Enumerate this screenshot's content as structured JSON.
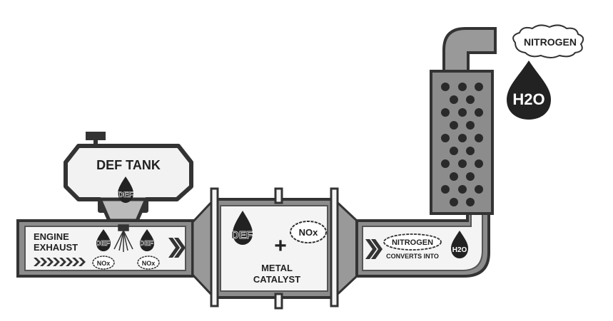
{
  "tank": {
    "title": "DEF TANK",
    "logo": "DEF"
  },
  "engine": {
    "line1": "ENGINE",
    "line2": "EXHAUST",
    "def_a": "DEF",
    "def_b": "DEF",
    "nox_a": "NOx",
    "nox_b": "NOx"
  },
  "catalyst": {
    "def": "DEF",
    "plus": "+",
    "nox": "NOx",
    "line1": "METAL",
    "line2": "CATALYST"
  },
  "outlet": {
    "nitrogen": "NITROGEN",
    "converts": "CONVERTS INTO",
    "h2o": "H2O"
  },
  "output": {
    "nitrogen": "NITROGEN",
    "h2o": "H2O"
  },
  "colors": {
    "dark": "#333333",
    "mid": "#8c8c8c",
    "light": "#d9d9d9",
    "pale": "#eeeeee"
  },
  "icons": [
    "water-drop-icon",
    "cloud-icon",
    "spray-nozzle-icon",
    "chevron-arrow-icon"
  ]
}
